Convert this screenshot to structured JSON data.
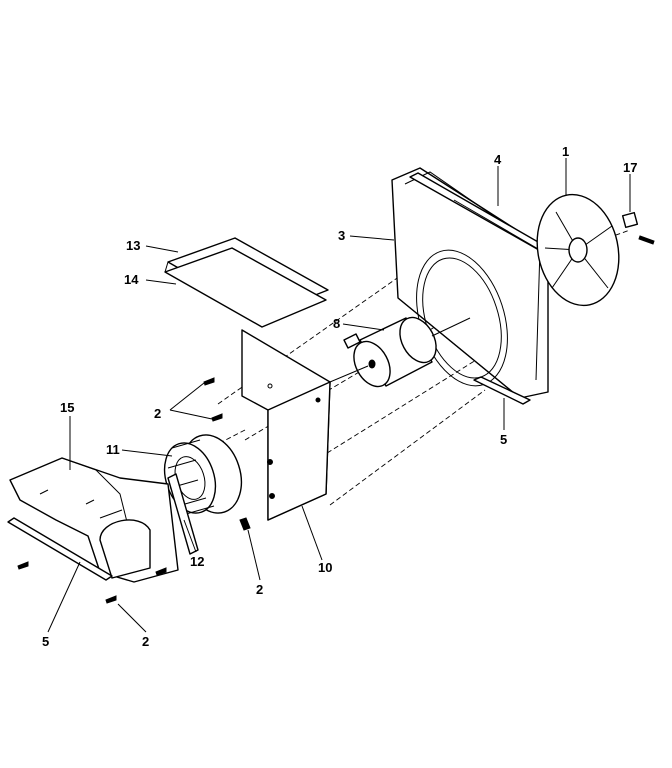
{
  "callouts": {
    "c1": "1",
    "c2a": "2",
    "c2b": "2",
    "c2c": "2",
    "c3": "3",
    "c4": "4",
    "c5a": "5",
    "c5b": "5",
    "c8": "8",
    "c10": "10",
    "c11": "11",
    "c12": "12",
    "c13": "13",
    "c14": "14",
    "c15": "15",
    "c17": "17"
  }
}
